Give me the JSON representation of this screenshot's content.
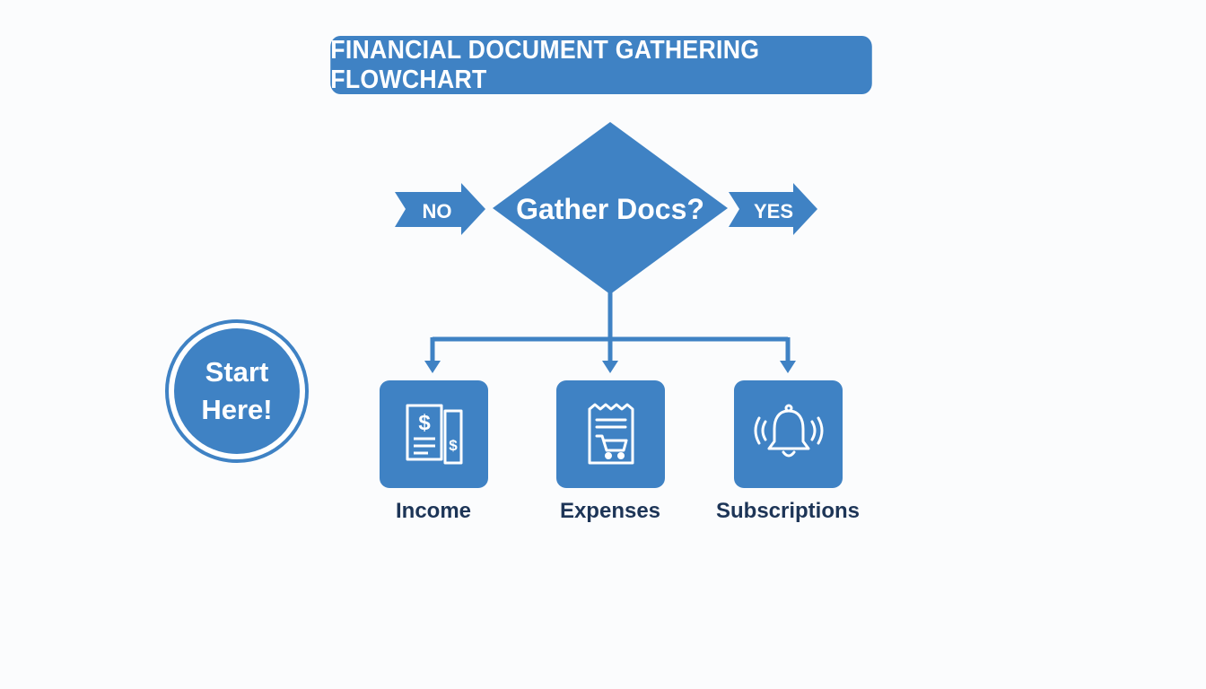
{
  "title": "FINANCIAL DOCUMENT GATHERING FLOWCHART",
  "decision": {
    "label": "Gather Docs?"
  },
  "branches": {
    "no": "NO",
    "yes": "YES"
  },
  "start": {
    "label": "Start\nHere!"
  },
  "categories": [
    {
      "label": "Income",
      "icon": "income-document-icon"
    },
    {
      "label": "Expenses",
      "icon": "receipt-cart-icon"
    },
    {
      "label": "Subscriptions",
      "icon": "ringing-bell-icon"
    }
  ],
  "colors": {
    "accent": "#3f82c4",
    "caption": "#1d3557",
    "background": "#fbfcfd"
  }
}
